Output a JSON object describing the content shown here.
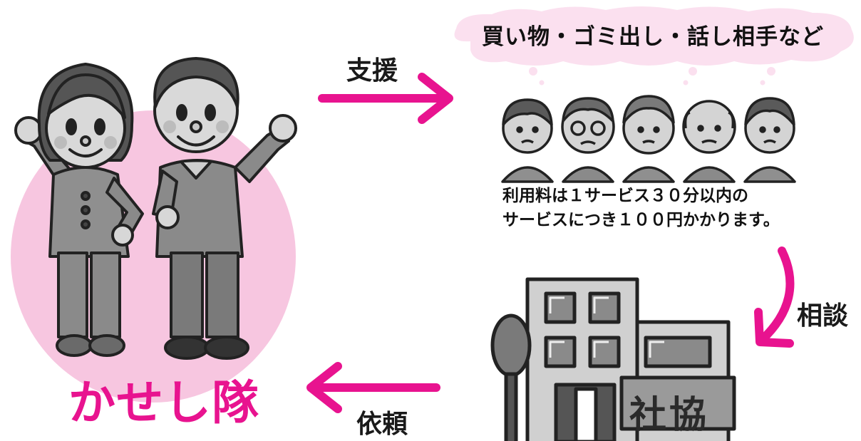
{
  "cloud": {
    "text": "買い物・ゴミ出し・話し相手など"
  },
  "arrows": {
    "support_label": "支援",
    "consult_label": "相談",
    "request_label": "依頼",
    "color": "#e8138f"
  },
  "fee_note": {
    "line1": "利用料は１サービス３０分以内の",
    "line2": "サービスにつき１００円かかります。"
  },
  "team": {
    "name": "かせし隊",
    "color": "#e8138f"
  },
  "building": {
    "sign": "社協"
  },
  "icons": {
    "volunteers": "volunteer-couple-icon",
    "seniors": "seniors-group-icon",
    "office": "office-building-icon"
  }
}
